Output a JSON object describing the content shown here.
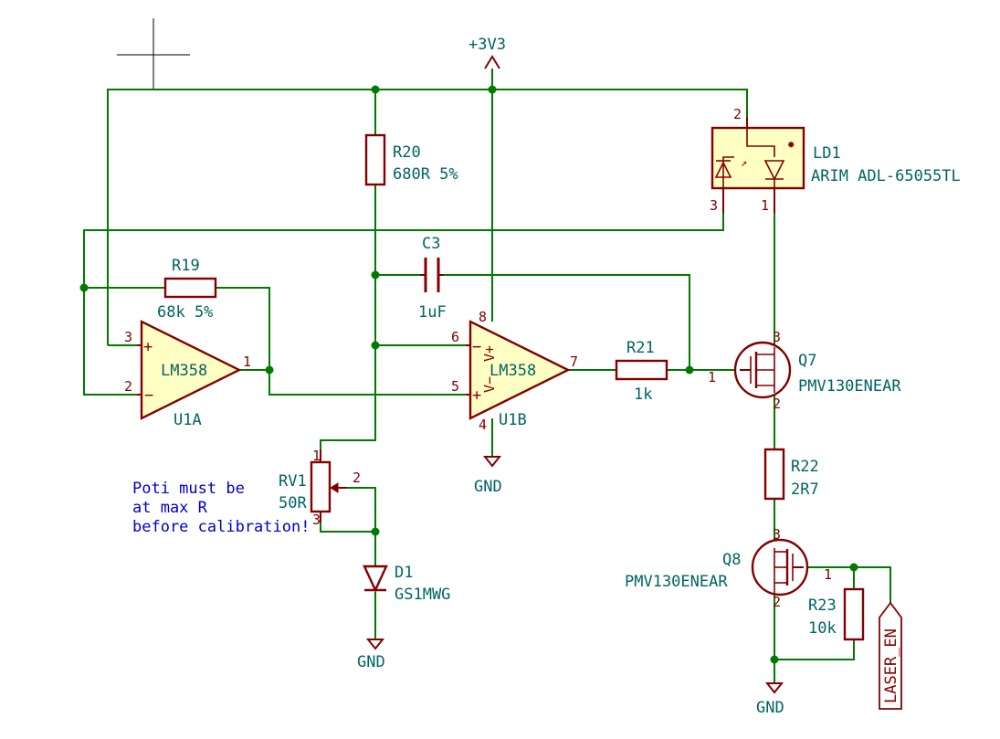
{
  "power": {
    "vcc_label": "+3V3",
    "gnd_label": "GND"
  },
  "components": {
    "R20": {
      "ref": "R20",
      "value": "680R 5%"
    },
    "R19": {
      "ref": "R19",
      "value": "68k 5%"
    },
    "C3": {
      "ref": "C3",
      "value": "1uF"
    },
    "R21": {
      "ref": "R21",
      "value": "1k"
    },
    "R22": {
      "ref": "R22",
      "value": "2R7"
    },
    "R23": {
      "ref": "R23",
      "value": "10k"
    },
    "RV1": {
      "ref": "RV1",
      "value": "50R"
    },
    "D1": {
      "ref": "D1",
      "value": "GS1MWG"
    },
    "Q7": {
      "ref": "Q7",
      "value": "PMV130ENEAR"
    },
    "Q8": {
      "ref": "Q8",
      "value": "PMV130ENEAR"
    },
    "U1A": {
      "ref": "U1A",
      "value": "LM358"
    },
    "U1B": {
      "ref": "U1B",
      "value": "LM358"
    },
    "LD1": {
      "ref": "LD1",
      "value": "ARIM ADL-65055TL"
    }
  },
  "pins": {
    "u1a_plus": "3",
    "u1a_minus": "2",
    "u1a_out": "1",
    "u1b_minus": "6",
    "u1b_plus": "5",
    "u1b_out": "7",
    "u1b_vplus": "8",
    "u1b_vminus": "4",
    "u1b_vplus_sym": "V+",
    "u1b_vminus_sym": "V−",
    "ld1_p2": "2",
    "ld1_p3": "3",
    "ld1_p1": "1",
    "q7_g": "1",
    "q7_d": "3",
    "q7_s": "2",
    "q8_g": "1",
    "q8_d": "3",
    "q8_s": "2",
    "rv1_p1": "1",
    "rv1_p2": "2",
    "rv1_p3": "3"
  },
  "net_labels": {
    "laser_en": "LASER_EN"
  },
  "note": {
    "line1": "Poti must be",
    "line2": "at max R",
    "line3": "before calibration!"
  },
  "colors": {
    "wire": "#007a00",
    "symbol": "#840000",
    "symbol_fill": "#ffffc4",
    "reference_text": "#006464",
    "note_text": "#0000c8"
  }
}
